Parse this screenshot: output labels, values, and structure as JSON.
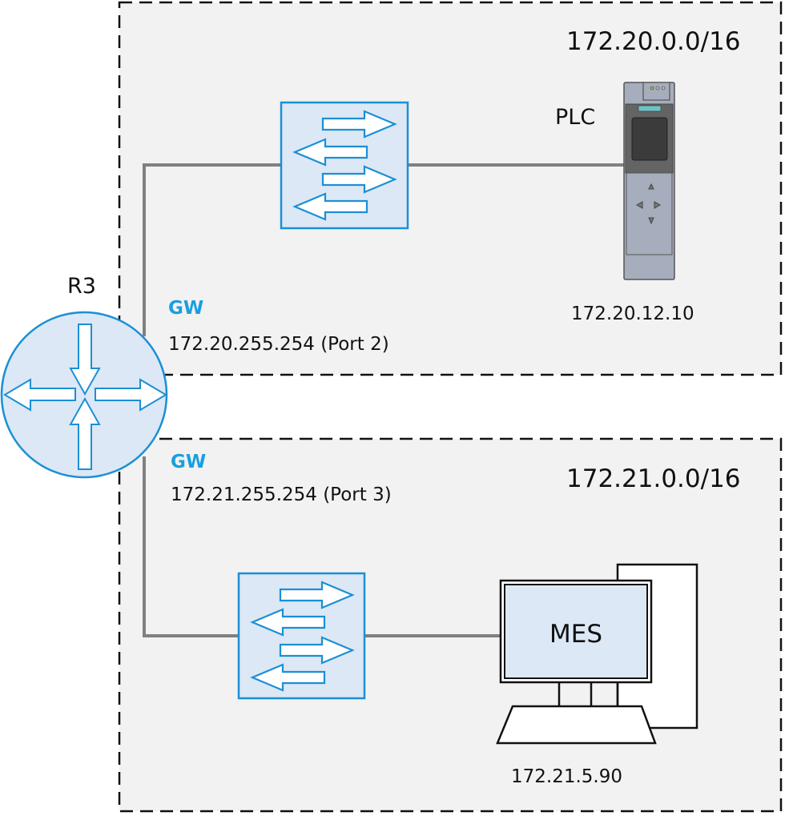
{
  "colors": {
    "accent": "#1a9fe0",
    "device_fill": "#dce8f5",
    "device_stroke": "#1b8fd6",
    "zone_fill": "#f2f2f2",
    "link": "#808080"
  },
  "router": {
    "name": "R3",
    "icon": "router-icon"
  },
  "zones": [
    {
      "subnet": "172.20.0.0/16",
      "gateway": {
        "label": "GW",
        "address": "172.20.255.254 (Port 2)"
      },
      "switch_icon": "switch-icon",
      "device": {
        "type": "plc",
        "name": "PLC",
        "ip": "172.20.12.10",
        "icon": "plc-icon"
      }
    },
    {
      "subnet": "172.21.0.0/16",
      "gateway": {
        "label": "GW",
        "address": "172.21.255.254 (Port 3)"
      },
      "switch_icon": "switch-icon",
      "device": {
        "type": "workstation",
        "name": "MES",
        "ip": "172.21.5.90",
        "icon": "computer-icon"
      }
    }
  ]
}
